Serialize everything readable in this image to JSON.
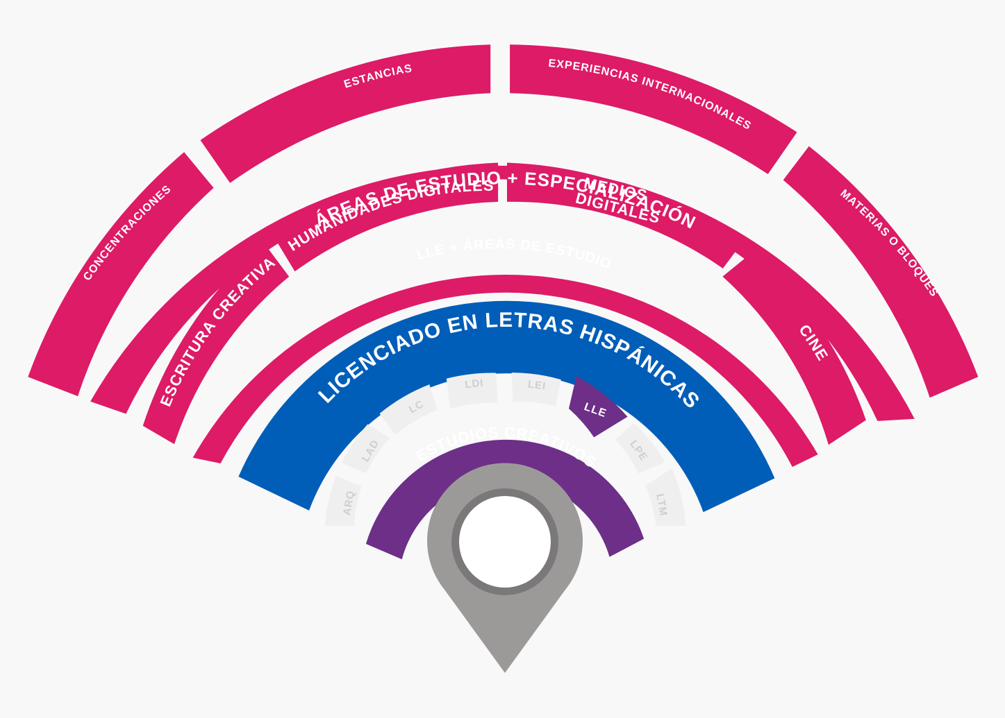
{
  "colors": {
    "background": "#f8f8f9",
    "magenta": "#dd1b66",
    "blue": "#005eb8",
    "purple": "#6d2f87",
    "light_segment": "#efefef",
    "pin": "#9c9a99",
    "pin_ring": "#7a7879",
    "white": "#ffffff"
  },
  "outer_ring": {
    "concentraciones": "CONCENTRACIONES",
    "estancias": "ESTANCIAS",
    "experiencias": "EXPERIENCIAS INTERNACIONALES",
    "materias": "MATERIAS O BLOQUES"
  },
  "areas_ring": {
    "title": "ÁREAS DE ESTUDIO + ESPECIALIZACIÓN"
  },
  "specialties_ring": {
    "escritura": "ESCRITURA CREATIVA",
    "humanidades": "HUMANIDADES DIGITALES",
    "medios_line1": "MEDIOS",
    "medios_line2": "DIGITALES",
    "cine": "CINE"
  },
  "lle_ring": {
    "title": "LLE + ÁREAS DE ESTUDIO"
  },
  "degree_ring": {
    "title": "LICENCIADO EN LETRAS HISPÁNICAS"
  },
  "programs_ring": {
    "items": [
      "ARQ",
      "LAD",
      "LC",
      "LDI",
      "LEI",
      "LLE",
      "LPE",
      "LTM"
    ],
    "highlighted": "LLE"
  },
  "studies_ring": {
    "title": "ESTUDIOS CREATIVOS"
  }
}
